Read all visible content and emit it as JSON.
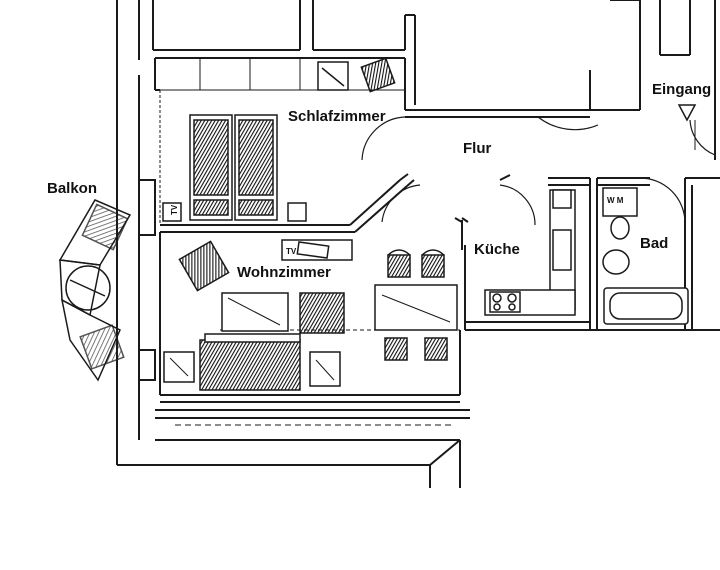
{
  "rooms": {
    "schlafzimmer": "Schlafzimmer",
    "flur": "Flur",
    "eingang": "Eingang",
    "balkon": "Balkon",
    "wohnzimmer": "Wohnzimmer",
    "kueche": "Küche",
    "bad": "Bad"
  },
  "furniture_labels": {
    "washing_machine": "W M",
    "tv": "TV",
    "tv_stand": "TV"
  },
  "icons": [
    "bed-icon",
    "armchair-icon",
    "sofa-icon",
    "dining-table-icon",
    "chair-icon",
    "toilet-icon",
    "sink-icon",
    "bathtub-icon",
    "stove-icon",
    "door-swing-icon",
    "entrance-arrow-icon"
  ]
}
